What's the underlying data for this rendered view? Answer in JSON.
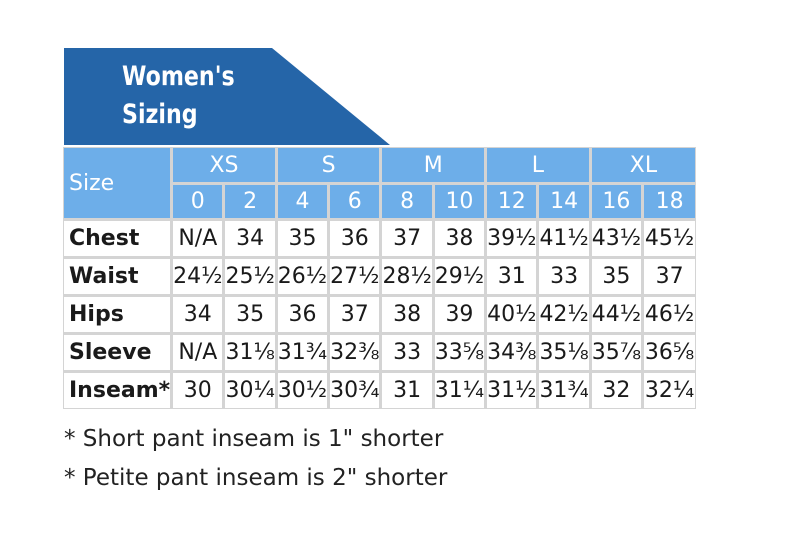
{
  "colors": {
    "title_banner": "#2565a8",
    "header": "#6daee9",
    "grid": "#d4d4d4",
    "text": "#1a1a1a"
  },
  "title": {
    "line1": "Women's",
    "line2": "Sizing"
  },
  "table": {
    "size_label": "Size",
    "size_groups": [
      "XS",
      "S",
      "M",
      "L",
      "XL"
    ],
    "numeric_sizes": [
      "0",
      "2",
      "4",
      "6",
      "8",
      "10",
      "12",
      "14",
      "16",
      "18"
    ],
    "rows": [
      {
        "label": "Chest",
        "values": [
          "N/A",
          "34",
          "35",
          "36",
          "37",
          "38",
          "39½",
          "41½",
          "43½",
          "45½"
        ]
      },
      {
        "label": "Waist",
        "values": [
          "24½",
          "25½",
          "26½",
          "27½",
          "28½",
          "29½",
          "31",
          "33",
          "35",
          "37"
        ]
      },
      {
        "label": "Hips",
        "values": [
          "34",
          "35",
          "36",
          "37",
          "38",
          "39",
          "40½",
          "42½",
          "44½",
          "46½"
        ]
      },
      {
        "label": "Sleeve",
        "values": [
          "N/A",
          "31⅛",
          "31¾",
          "32⅜",
          "33",
          "33⅝",
          "34⅜",
          "35⅛",
          "35⅞",
          "36⅝"
        ]
      },
      {
        "label": "Inseam*",
        "values": [
          "30",
          "30¼",
          "30½",
          "30¾",
          "31",
          "31¼",
          "31½",
          "31¾",
          "32",
          "32¼"
        ]
      }
    ]
  },
  "notes": [
    "* Short pant inseam is 1\" shorter",
    "* Petite pant inseam is 2\" shorter"
  ]
}
